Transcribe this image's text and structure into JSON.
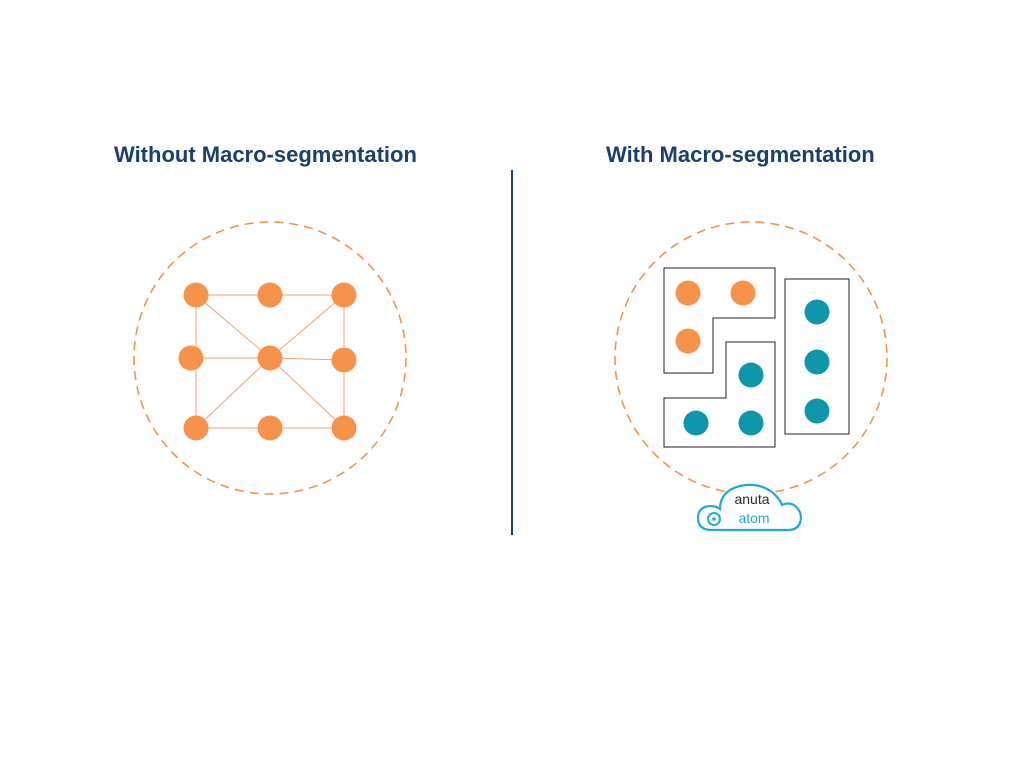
{
  "titles": {
    "left": "Without Macro-segmentation",
    "right": "With Macro-segmentation"
  },
  "logo": {
    "line1": "anuta",
    "line2": "atom"
  },
  "colors": {
    "title": "#1c3f6e",
    "divider": "#1c3f6e",
    "orange": "#f7924a",
    "orange_line": "#f4a072",
    "teal": "#0e97ab",
    "segment_border": "#222222",
    "logo_cloud": "#23a9d6",
    "logo_text_dark": "#2b2b2b"
  },
  "icons": {
    "logo": "anuta-atom-cloud-logo"
  }
}
